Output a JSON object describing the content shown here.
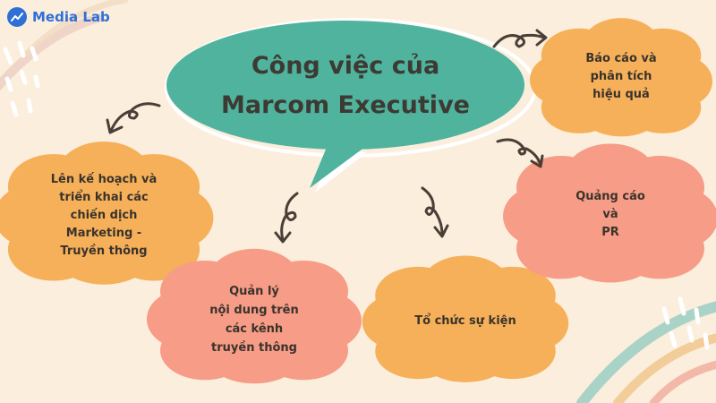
{
  "brand": {
    "name": "Media Lab",
    "icon": "media-lab-logo-icon",
    "color": "#2f6fd6"
  },
  "title": {
    "lines": [
      "Công việc của",
      "Marcom Executive"
    ],
    "color": "#4fb39d"
  },
  "nodes": {
    "report": {
      "lines": [
        "Báo cáo và",
        "phân tích",
        "hiệu quả"
      ],
      "color": "#f6b059"
    },
    "planning": {
      "lines": [
        "Lên kế hoạch và",
        "triển khai các",
        "chiến dịch",
        "Marketing -",
        "Truyền thông"
      ],
      "color": "#f6b059"
    },
    "content": {
      "lines": [
        "Quản lý",
        "nội dung trên",
        "các kênh",
        "truyền thông"
      ],
      "color": "#f79c86"
    },
    "event": {
      "lines": [
        "Tổ chức sự kiện"
      ],
      "color": "#f6b059"
    },
    "ads": {
      "lines": [
        "Quảng cáo",
        "và",
        "PR"
      ],
      "color": "#f79c86"
    }
  }
}
